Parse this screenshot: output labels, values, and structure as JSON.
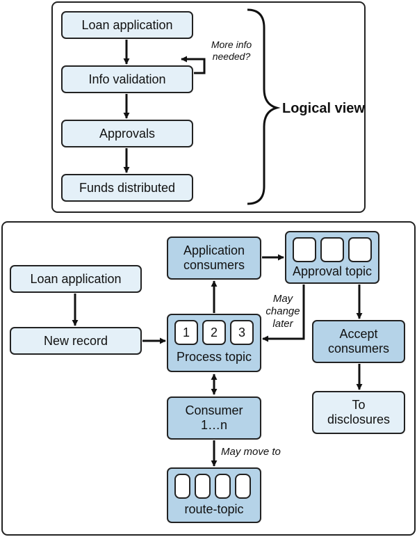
{
  "logical": {
    "steps": [
      "Loan application",
      "Info validation",
      "Approvals",
      "Funds distributed"
    ],
    "loop_note": "More info needed?",
    "label": "Logical view"
  },
  "physical": {
    "loan_application": "Loan application",
    "new_record": "New record",
    "application_consumers": "Application consumers",
    "approval_topic": "Approval topic",
    "process_topic": "Process topic",
    "process_partitions": [
      "1",
      "2",
      "3"
    ],
    "accept_consumers": "Accept consumers",
    "to_disclosures": "To disclosures",
    "consumer": "Consumer 1…n",
    "route_topic": "route-topic",
    "may_change_later": "May change later",
    "may_move_to": "May move to"
  }
}
